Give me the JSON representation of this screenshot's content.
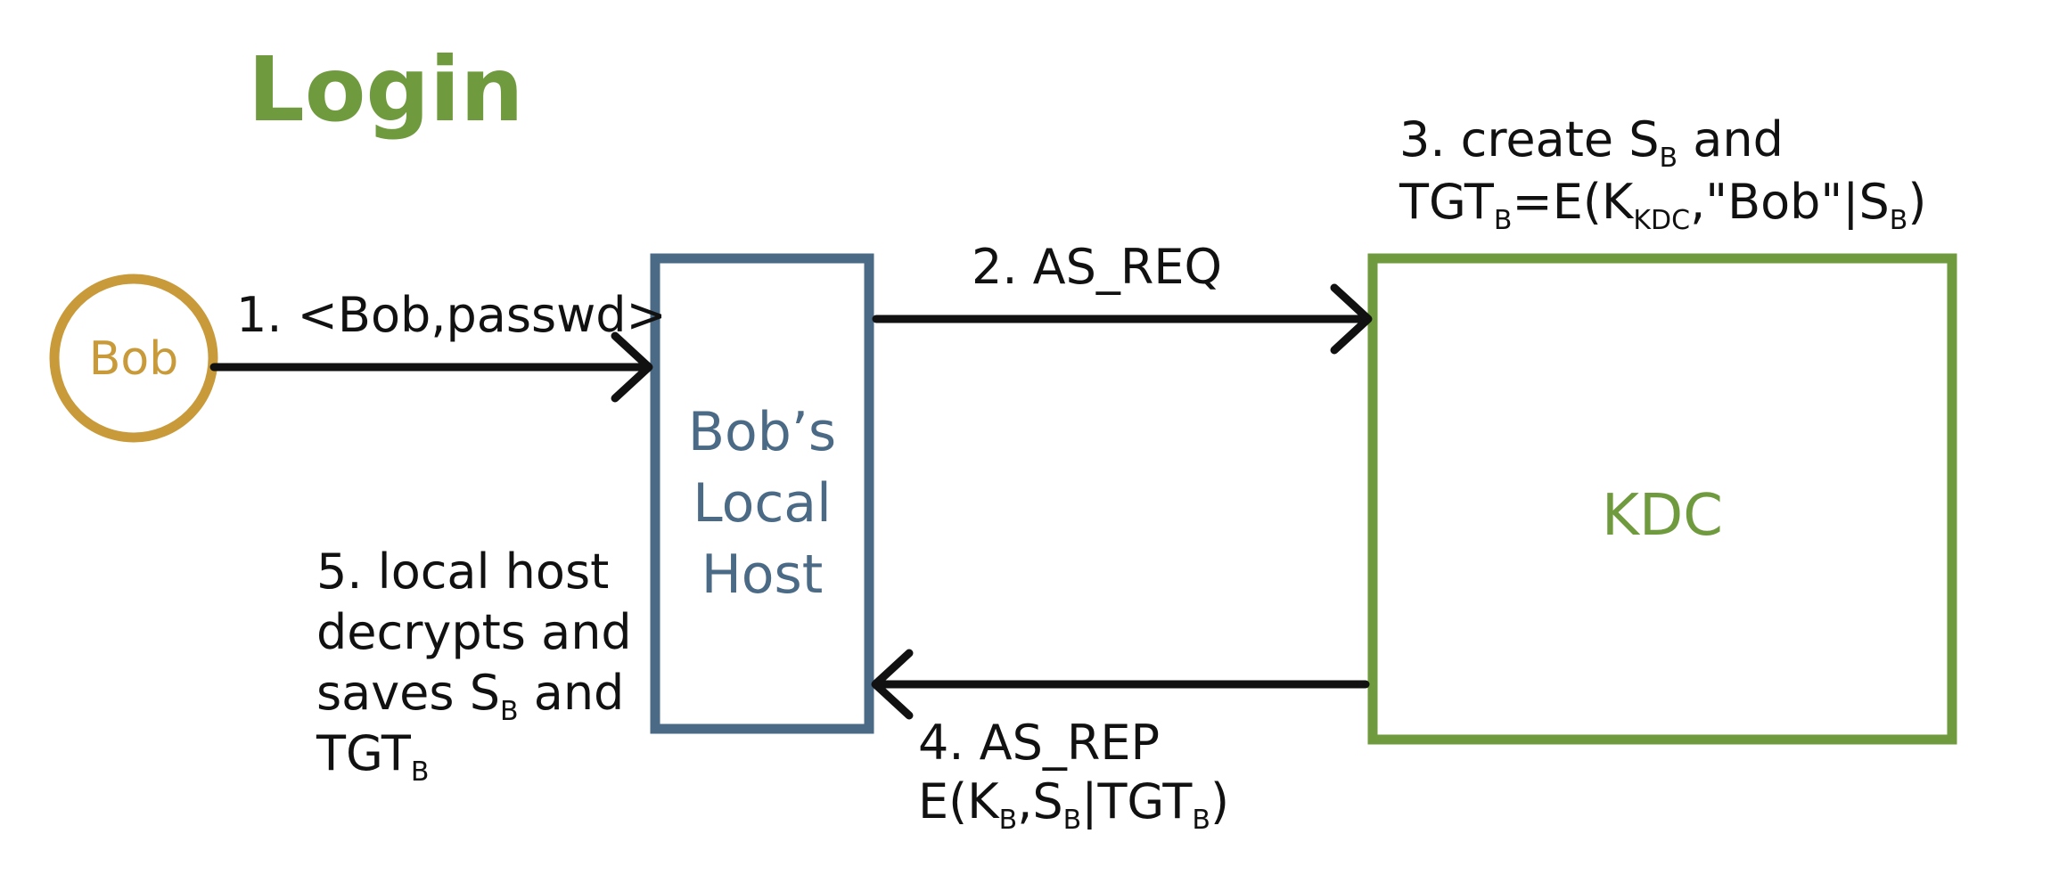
{
  "title": "Login",
  "colors": {
    "title": "#6f9a3e",
    "bob": "#c89a3a",
    "host": "#4a6a86",
    "kdc": "#6f9a3e",
    "arrow": "#111111",
    "text": "#111111"
  },
  "nodes": {
    "bob": {
      "label": "Bob"
    },
    "host": {
      "lines": [
        "Bob’s",
        "Local",
        "Host"
      ]
    },
    "kdc": {
      "label": "KDC"
    }
  },
  "steps": {
    "step1": {
      "text": "1. <Bob,passwd>"
    },
    "step2": {
      "text": "2. AS_REQ"
    },
    "step3": {
      "line1": {
        "a": "3. create S",
        "a_sub": "B",
        "b": " and"
      },
      "line2": {
        "a": "TGT",
        "a_sub": "B",
        "b": "=E(K",
        "b_sub": "KDC",
        "c": ",\"Bob\"|S",
        "c_sub": "B",
        "d": ")"
      }
    },
    "step4": {
      "line1": "4. AS_REP",
      "line2": {
        "a": "E(K",
        "a_sub": "B",
        "b": ",S",
        "b_sub": "B",
        "c": "|TGT",
        "c_sub": "B",
        "d": ")"
      }
    },
    "step5": {
      "line1": "5. local host",
      "line2": "decrypts and",
      "line3": {
        "a": "saves S",
        "a_sub": "B",
        "b": " and"
      },
      "line4": {
        "a": "TGT",
        "a_sub": "B"
      }
    }
  }
}
